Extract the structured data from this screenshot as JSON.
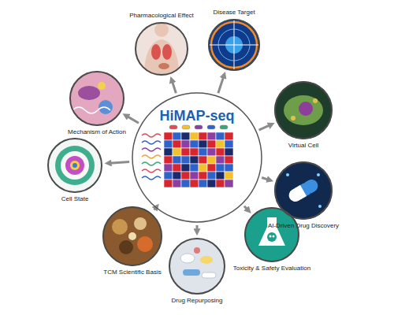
{
  "diagram": {
    "nodes": [
      {
        "text": [
          "Pharmacological Effect"
        ]
      },
      {
        "text": [
          "Disease Target"
        ]
      },
      {
        "text": [
          "Mechanism of Action"
        ]
      },
      {
        "text": [
          "Virtual Cell"
        ]
      },
      {
        "text": [
          "HiMAP-seq"
        ]
      },
      {
        "text": [
          "Cell State"
        ]
      },
      {
        "text": [
          "AI-Driven Drug Discovery"
        ]
      },
      {
        "text": [
          "TCM Scientific Basis"
        ]
      },
      {
        "text": [
          "Toxicity & Safety Evaluation"
        ]
      },
      {
        "text": [
          "Drug Repurposing"
        ]
      }
    ],
    "edges": [
      {
        "from": 4,
        "to": 0,
        "arrow": "to"
      },
      {
        "from": 4,
        "to": 1,
        "arrow": "to"
      },
      {
        "from": 4,
        "to": 2,
        "arrow": "to"
      },
      {
        "from": 4,
        "to": 3,
        "arrow": "to"
      },
      {
        "from": 4,
        "to": 5,
        "arrow": "to"
      },
      {
        "from": 4,
        "to": 6,
        "arrow": "to"
      },
      {
        "from": 4,
        "to": 7,
        "arrow": "to"
      },
      {
        "from": 4,
        "to": 8,
        "arrow": "to"
      },
      {
        "from": 4,
        "to": 9,
        "arrow": "to"
      }
    ]
  }
}
